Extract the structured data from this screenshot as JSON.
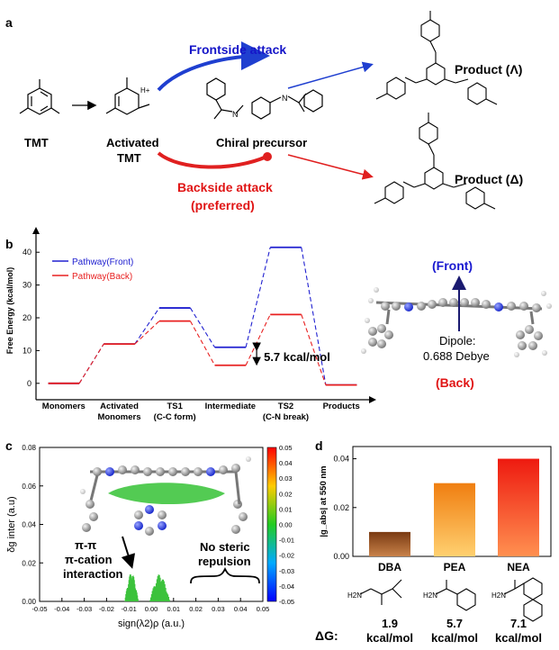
{
  "panel_a": {
    "label": "a",
    "tmt": "TMT",
    "activated_line1": "Activated",
    "activated_line2": "TMT",
    "chiral_precursor": "Chiral precursor",
    "frontside": "Frontside attack",
    "backside_line1": "Backside attack",
    "backside_line2": "(preferred)",
    "product_lambda": "Product (Λ)",
    "product_delta": "Product (Δ)",
    "colors": {
      "front": "#1515c8",
      "back": "#e01515"
    }
  },
  "panel_b": {
    "label": "b",
    "front_label": "(Front)",
    "back_label": "(Back)",
    "dipole_line1": "Dipole:",
    "dipole_line2": "0.688 Debye",
    "barrier_label": "5.7 kcal/mol"
  },
  "panel_c": {
    "label": "c",
    "annot_pi1": "π-π",
    "annot_pi2": "π-cation",
    "annot_pi3": "interaction",
    "annot_steric1": "No steric",
    "annot_steric2": "repulsion"
  },
  "panel_d": {
    "label": "d",
    "dg_label": "ΔG:",
    "molecules": [
      {
        "name": "DBA",
        "dg_value": "1.9",
        "dg_unit": "kcal/mol"
      },
      {
        "name": "PEA",
        "dg_value": "5.7",
        "dg_unit": "kcal/mol"
      },
      {
        "name": "NEA",
        "dg_value": "7.1",
        "dg_unit": "kcal/mol"
      }
    ]
  },
  "chart_data": [
    {
      "type": "line",
      "title": "",
      "xlabel": "",
      "ylabel": "Free Energy (kcal/mol)",
      "ylim": [
        -5,
        45
      ],
      "yticks": [
        0,
        10,
        20,
        30,
        40
      ],
      "categories": [
        "Monomers",
        "Activated Monomers",
        "TS1 (C-C form)",
        "Intermediate",
        "TS2 (C-N break)",
        "Products"
      ],
      "category_lines": [
        [
          "Monomers"
        ],
        [
          "Activated",
          "Monomers"
        ],
        [
          "TS1",
          "(C-C form)"
        ],
        [
          "Intermediate"
        ],
        [
          "TS2",
          "(C-N break)"
        ],
        [
          "Products"
        ]
      ],
      "series": [
        {
          "name": "Pathway(Front)",
          "color": "#2020d0",
          "values": [
            0,
            12,
            23,
            11,
            41.5,
            -0.5
          ]
        },
        {
          "name": "Pathway(Back)",
          "color": "#e82020",
          "values": [
            0,
            12,
            19,
            5.5,
            21,
            -0.5
          ]
        }
      ],
      "legend": "top-left",
      "grid": false
    },
    {
      "type": "scatter",
      "title": "",
      "xlabel": "sign(λ2)ρ (a.u.)",
      "ylabel": "δg inter (a.u)",
      "xlim": [
        -0.05,
        0.05
      ],
      "ylim": [
        0,
        0.08
      ],
      "xticks": [
        -0.05,
        -0.04,
        -0.03,
        -0.02,
        -0.01,
        0.0,
        0.01,
        0.02,
        0.03,
        0.04,
        0.05
      ],
      "xticklabels": [
        "-0.05",
        "-0.04",
        "-0.03",
        "-0.02",
        "-0.01",
        "0.00",
        "0.01",
        "0.02",
        "0.03",
        "0.04",
        "0.05"
      ],
      "yticks": [
        0,
        0.02,
        0.04,
        0.06,
        0.08
      ],
      "yticklabels": [
        "0.00",
        "0.02",
        "0.04",
        "0.06",
        "0.08"
      ],
      "colorbar": {
        "range": [
          -0.05,
          0.05
        ],
        "ticks": [
          "0.05",
          "0.04",
          "0.03",
          "0.02",
          "0.01",
          "0.00",
          "-0.01",
          "-0.02",
          "-0.03",
          "-0.04",
          "-0.05"
        ]
      },
      "spikes": [
        {
          "center": -0.009,
          "halfwidth": 0.003,
          "peak": 0.0155,
          "skew": -0.3
        },
        {
          "center": 0.004,
          "halfwidth": 0.0045,
          "peak": 0.0145,
          "skew": 0.2
        }
      ],
      "grid": false
    },
    {
      "type": "bar",
      "title": "",
      "xlabel": "",
      "ylabel": "|g_abs| at 550 nm",
      "categories": [
        "DBA",
        "PEA",
        "NEA"
      ],
      "values": [
        0.01,
        0.03,
        0.04
      ],
      "ylim": [
        0,
        0.045
      ],
      "yticks": [
        0.0,
        0.02,
        0.04
      ],
      "yticklabels": [
        "0.00",
        "0.02",
        "0.04"
      ],
      "colors": [
        "#a0501e",
        "#f09020",
        "#f02a1a"
      ],
      "grid": false
    }
  ]
}
